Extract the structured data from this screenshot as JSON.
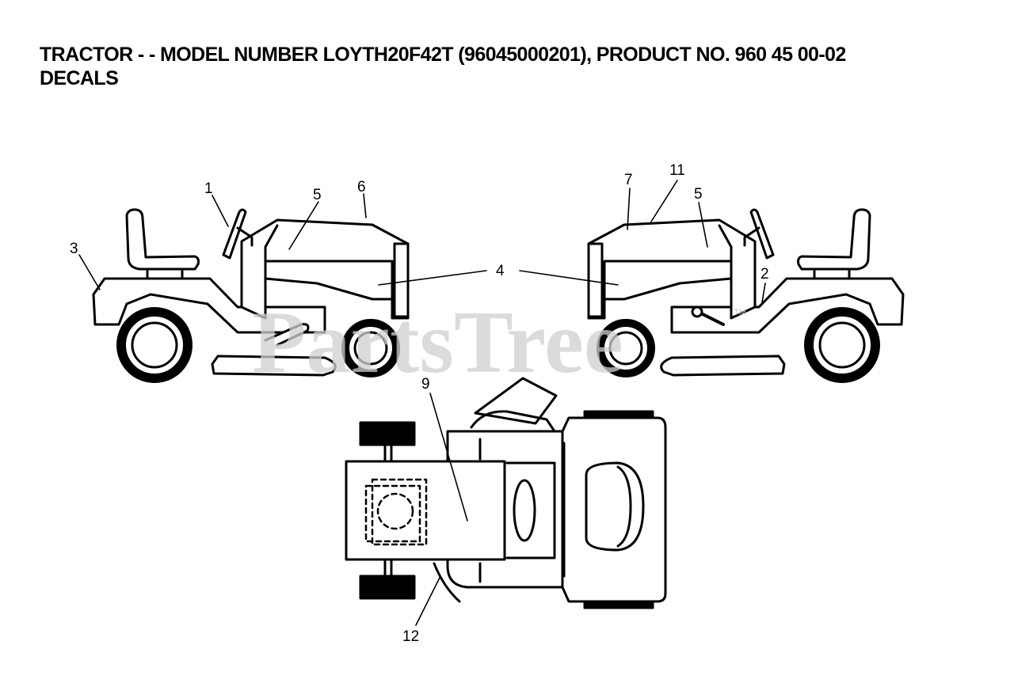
{
  "header": {
    "line1": "TRACTOR - - MODEL NUMBER LOYTH20F42T (96045000201), PRODUCT NO. 960 45 00-02",
    "line2": "DECALS"
  },
  "watermark": {
    "text": "PartsTree",
    "mark": "TM"
  },
  "callouts": {
    "c1": "1",
    "c2": "2",
    "c3": "3",
    "c4": "4",
    "c5a": "5",
    "c5b": "5",
    "c6": "6",
    "c7": "7",
    "c9": "9",
    "c11": "11",
    "c12": "12"
  }
}
